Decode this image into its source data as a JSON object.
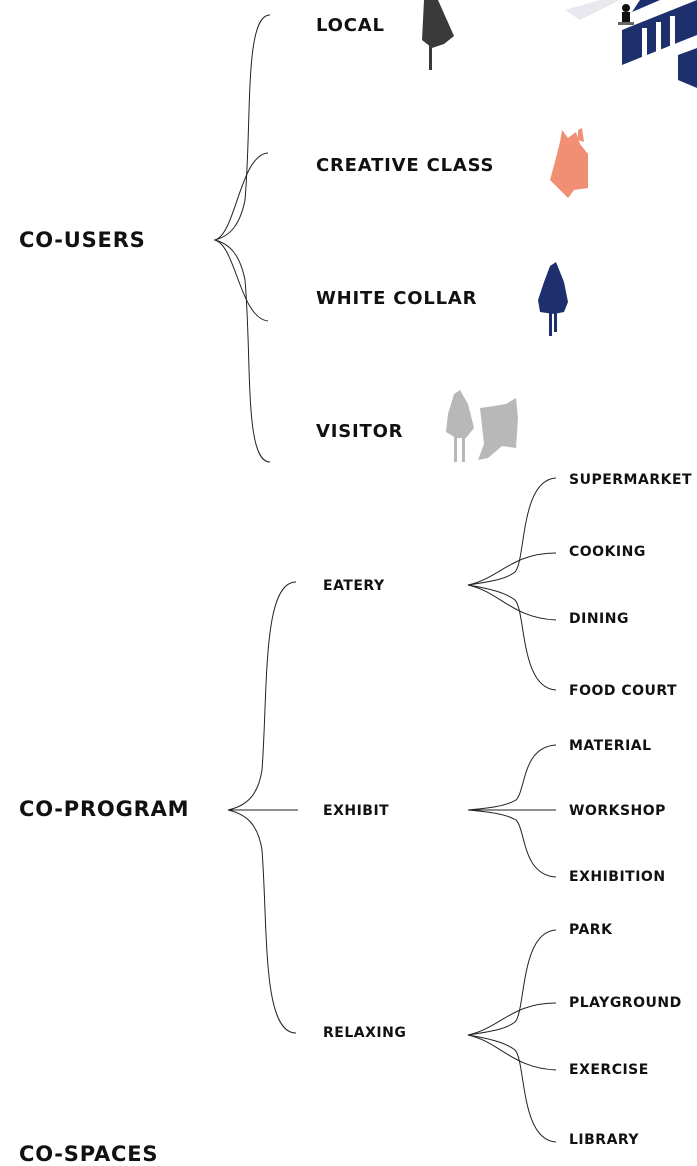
{
  "colors": {
    "local": "#3a3a3a",
    "creative_class": "#f08f74",
    "white_collar": "#1e2f6e",
    "visitor": "#b8b8b8",
    "building": "#1e2f6e",
    "line": "#222222"
  },
  "co_users": {
    "title": "CO-USERS",
    "items": [
      {
        "label": "LOCAL",
        "icon": "local-person-icon"
      },
      {
        "label": "CREATIVE CLASS",
        "icon": "creative-class-person-icon"
      },
      {
        "label": "WHITE COLLAR",
        "icon": "white-collar-person-icon"
      },
      {
        "label": "VISITOR",
        "icon": "visitor-people-icon"
      }
    ]
  },
  "co_program": {
    "title": "CO-PROGRAM",
    "groups": [
      {
        "label": "EATERY",
        "items": [
          "SUPERMARKET",
          "COOKING",
          "DINING",
          "FOOD COURT"
        ]
      },
      {
        "label": "EXHIBIT",
        "items": [
          "MATERIAL",
          "WORKSHOP",
          "EXHIBITION"
        ]
      },
      {
        "label": "RELAXING",
        "items": [
          "PARK",
          "PLAYGROUND",
          "EXERCISE",
          "LIBRARY"
        ]
      }
    ]
  },
  "co_spaces": {
    "title": "CO-SPACES"
  }
}
